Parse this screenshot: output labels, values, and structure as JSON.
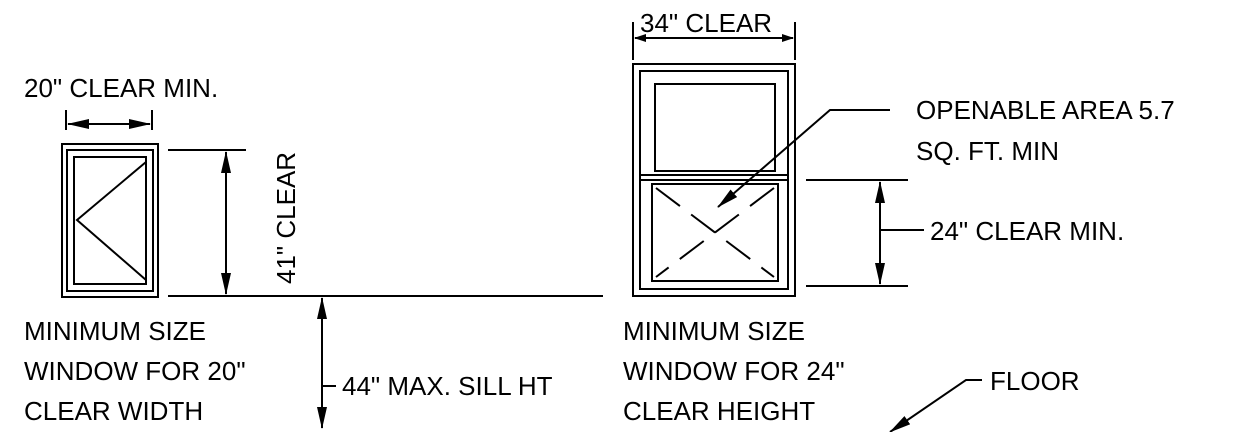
{
  "diagram": {
    "stroke_color": "#000000",
    "background": "#ffffff",
    "left_window": {
      "width_dimension": "20\" CLEAR MIN.",
      "height_dimension": "41\" CLEAR",
      "caption_line1": "MINIMUM SIZE",
      "caption_line2": "WINDOW FOR 20\"",
      "caption_line3": "CLEAR WIDTH"
    },
    "sill_dimension": "44\" MAX. SILL HT",
    "right_window": {
      "width_dimension": "34\" CLEAR",
      "openable_line1": "OPENABLE AREA 5.7",
      "openable_line2": "SQ. FT. MIN",
      "height_dimension": "24\" CLEAR MIN.",
      "caption_line1": "MINIMUM SIZE",
      "caption_line2": "WINDOW FOR 24\"",
      "caption_line3": "CLEAR HEIGHT"
    },
    "floor_label": "FLOOR"
  }
}
